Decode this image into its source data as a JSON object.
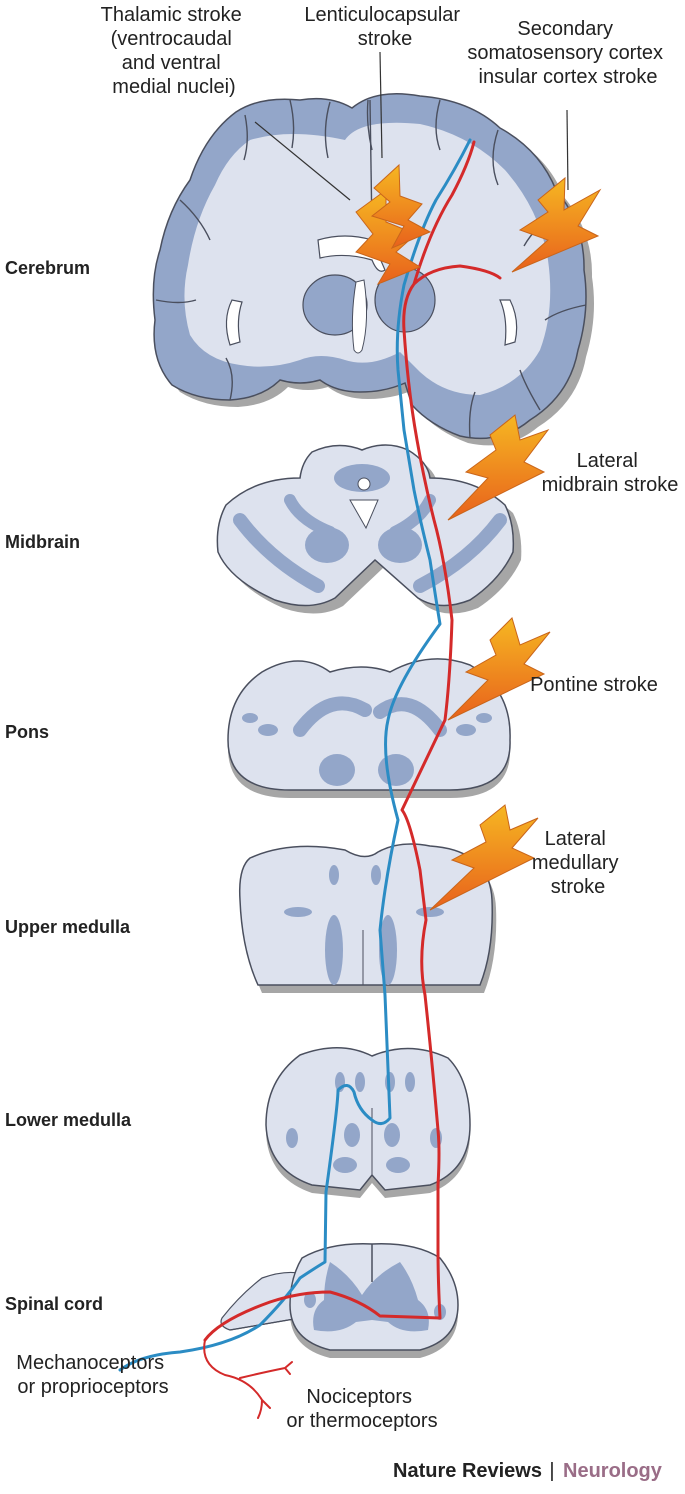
{
  "labels": {
    "thalamic": [
      "Thalamic stroke",
      "(ventrocaudal",
      "and ventral",
      "medial nuclei)"
    ],
    "lenticulocapsular": [
      "Lenticulocapsular",
      "stroke"
    ],
    "secondary": [
      "Secondary",
      "somatosensory cortex",
      "insular cortex stroke"
    ],
    "lateral_midbrain": [
      "Lateral",
      "midbrain stroke"
    ],
    "pontine": [
      "Pontine stroke"
    ],
    "lateral_medullary": [
      "Lateral",
      "medullary",
      "stroke"
    ],
    "mechanoceptors": [
      "Mechanoceptors",
      "or proprioceptors"
    ],
    "nociceptors": [
      "Nociceptors",
      "or thermoceptors"
    ]
  },
  "levels": {
    "cerebrum": "Cerebrum",
    "midbrain": "Midbrain",
    "pons": "Pons",
    "upper_medulla": "Upper medulla",
    "lower_medulla": "Lower medulla",
    "spinal_cord": "Spinal cord"
  },
  "footer": {
    "journal": "Nature Reviews",
    "separator": "|",
    "section": "Neurology"
  },
  "colors": {
    "tissue_light": "#dde2ee",
    "tissue_dark": "#93a6c9",
    "tissue_outline": "#4a4f5e",
    "shadow": "#a6a6a6",
    "pathway_blue": "#2b8cc4",
    "pathway_red": "#d42a2a",
    "bolt_top": "#f6b722",
    "bolt_bottom": "#e8611c"
  }
}
